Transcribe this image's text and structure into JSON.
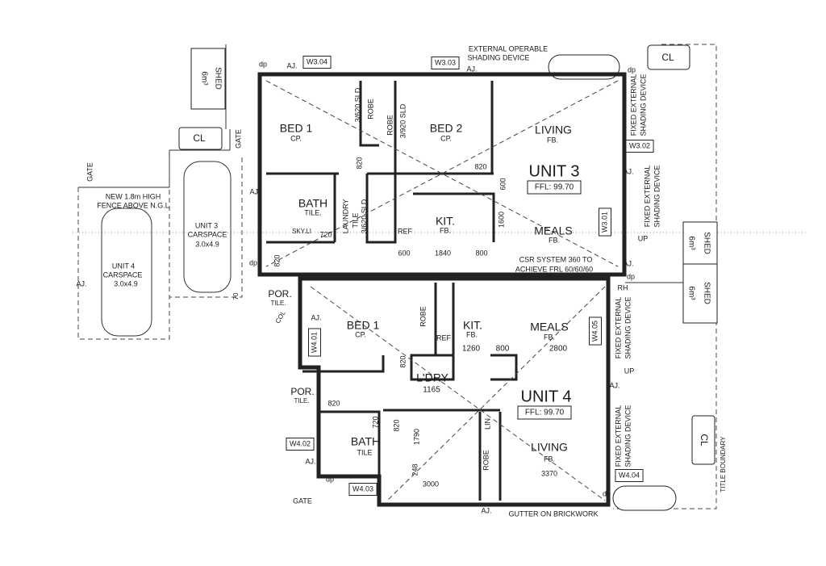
{
  "unit3": {
    "title": "UNIT 3",
    "ffl": "FFL: 99.70",
    "bed1": "BED 1",
    "bed1_floor": "CP.",
    "bed2": "BED 2",
    "bed2_floor": "CP.",
    "robe1": "ROBE",
    "robe1_door": "3/620 SLD",
    "robe2": "ROBE",
    "robe2_door": "3/920 SLD",
    "living": "LIVING",
    "living_floor": "FB.",
    "meals": "MEALS",
    "meals_floor": "FB.",
    "kit": "KIT.",
    "kit_floor": "FB.",
    "ref": "REF",
    "bath": "BATH",
    "bath_floor": "TILE.",
    "skylight": "SKY.LI",
    "bath_door": "720",
    "laundry": "LAUNDRY",
    "laundry_floor": "TILE",
    "laundry_door": "3/620 SLD",
    "door_bed1": "820",
    "door_bed2": "820",
    "door_entry": "820",
    "dim_600v": "600",
    "dim_1600": "1600",
    "dim_600": "600",
    "dim_1840": "1840",
    "dim_800": "800",
    "csr1": "CSR SYSTEM 360 TO",
    "csr2": "ACHIEVE FRL 60/60/60",
    "w304": "W3.04",
    "w303": "W3.03",
    "w302": "W3.02",
    "w301": "W3.01",
    "ext_shading1": "EXTERNAL OPERABLE",
    "ext_shading2": "SHADING DEVICE",
    "fixed1a": "FIXED EXTERNAL",
    "fixed1b": "SHADING DEVICE",
    "fixed2a": "FIXED EXTERNAL",
    "fixed2b": "SHADING DEVICE",
    "up": "UP",
    "aj1": "AJ.",
    "aj2": "AJ.",
    "aj3": "AJ.",
    "aj4": "AJ.",
    "aj5": "AJ.",
    "dp1": "dp",
    "dp2": "dp",
    "dp3": "dp",
    "dp4": "dp",
    "rh": "RH",
    "cl": "CL"
  },
  "site": {
    "shed_top": "SHED",
    "shed_top_vol": "6m³",
    "cl_left": "CL",
    "gate1": "GATE",
    "gate2": "GATE",
    "fence1": "NEW 1.8m HIGH",
    "fence2": "FENCE ABOVE N.G.L",
    "car3_a": "UNIT 3",
    "car3_b": "CARSPACE",
    "car3_c": "3.0x4.9",
    "car4_a": "UNIT 4",
    "car4_b": "CARSPACE",
    "car4_c": "3.0x4.9",
    "aj_left": "AJ.",
    "dim_70": "70",
    "shed_r1": "SHED",
    "shed_r1_vol": "6m³",
    "shed_r2": "SHED",
    "shed_r2_vol": "6m³",
    "cl_right": "CL",
    "title_boundary": "TITLE BOUNDARY"
  },
  "unit4": {
    "title": "UNIT 4",
    "ffl": "FFL: 99.70",
    "por1": "POR.",
    "por1_floor": "TILE.",
    "col": "COL",
    "por2": "POR.",
    "por2_floor": "TILE.",
    "w401": "W4.01",
    "w402": "W4.02",
    "w403": "W4.03",
    "w404": "W4.04",
    "w405": "W4.05",
    "bed1": "BED 1",
    "bed1_floor": "CP.",
    "robe1": "ROBE",
    "ref": "REF",
    "kit": "KIT.",
    "kit_floor": "FB.",
    "meals": "MEALS",
    "meals_floor": "FB.",
    "dim_1260": "1260",
    "dim_800": "800",
    "dim_2800": "2800",
    "fixed1a": "FIXED EXTERNAL",
    "fixed1b": "SHADING DEVICE",
    "up": "UP",
    "fixed2a": "FIXED EXTERNAL",
    "fixed2b": "SHADING DEVICE",
    "door_bed1": "820",
    "ldry": "L'DRY",
    "dim_1165": "1165",
    "door_entry": "820",
    "door_bath": "720",
    "door_bed2": "820",
    "lin": "LIN",
    "bath": "BATH",
    "bath_floor": "TILE",
    "dim_1790": "1790",
    "dim_248": "248",
    "robe2": "ROBE",
    "living": "LIVING",
    "living_floor": "FB.",
    "dim_3370": "3370",
    "dim_3000": "3000",
    "gate": "GATE",
    "aj1": "AJ.",
    "aj2": "AJ.",
    "aj3": "AJ.",
    "aj4": "AJ.",
    "dp1": "dp",
    "dp2": "dp",
    "gutter": "GUTTER ON BRICKWORK"
  }
}
